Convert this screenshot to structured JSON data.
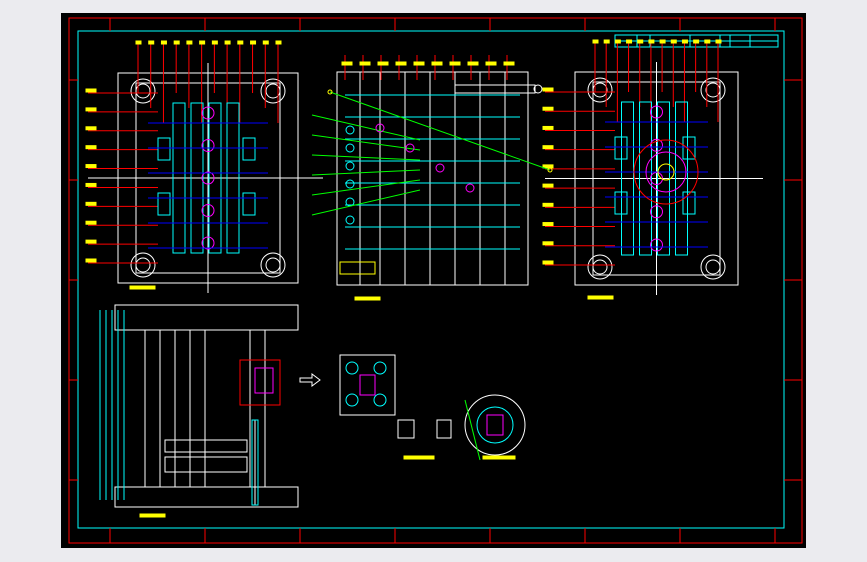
{
  "drawing": {
    "background": "#000000",
    "colors": {
      "frame": "#ff0000",
      "border": "#00ffff",
      "outline": "#ffffff",
      "dimension": "#ff0000",
      "part": "#00ffff",
      "label": "#ffff00",
      "ejector": "#ff00ff",
      "hidden": "#0000ff",
      "leader": "#00ff00"
    },
    "views": [
      "top-plan-view-left",
      "cross-section-view",
      "top-plan-view-right",
      "side-section-view",
      "detail-view-a",
      "detail-view-b",
      "detail-view-c"
    ]
  }
}
